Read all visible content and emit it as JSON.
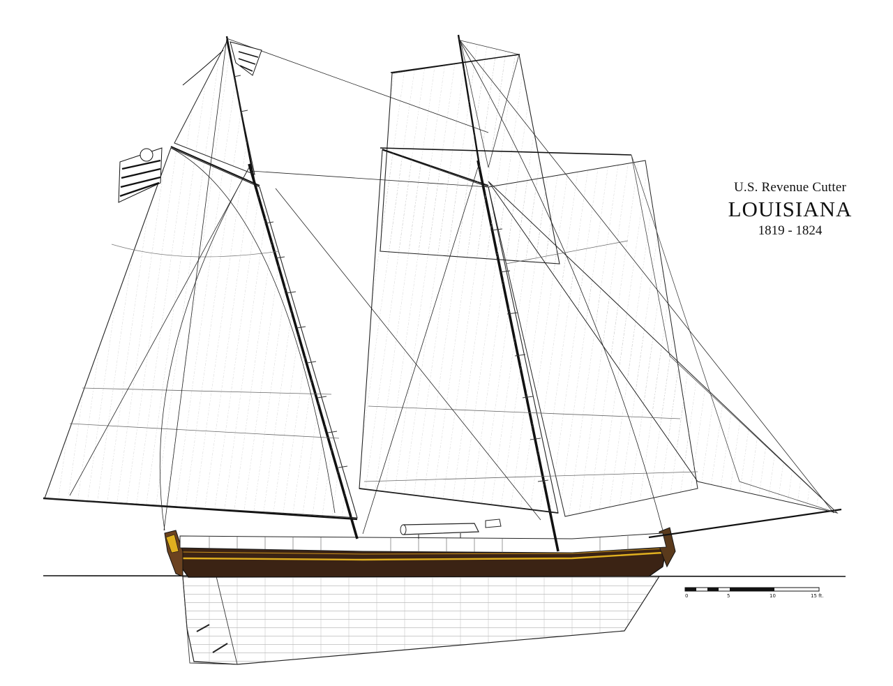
{
  "title": {
    "line1": "U.S. Revenue Cutter",
    "line2": "LOUISIANA",
    "line3": "1819 - 1824"
  },
  "scale_bar": {
    "labels": [
      "0",
      "5",
      "10",
      "15 ft."
    ],
    "values": [
      0,
      5,
      10,
      15
    ]
  },
  "colors": {
    "hull_wale": "#3b2314",
    "stripe": "#e0b020",
    "ink": "#1a1a1a",
    "underwater": "#f4f4f4"
  }
}
